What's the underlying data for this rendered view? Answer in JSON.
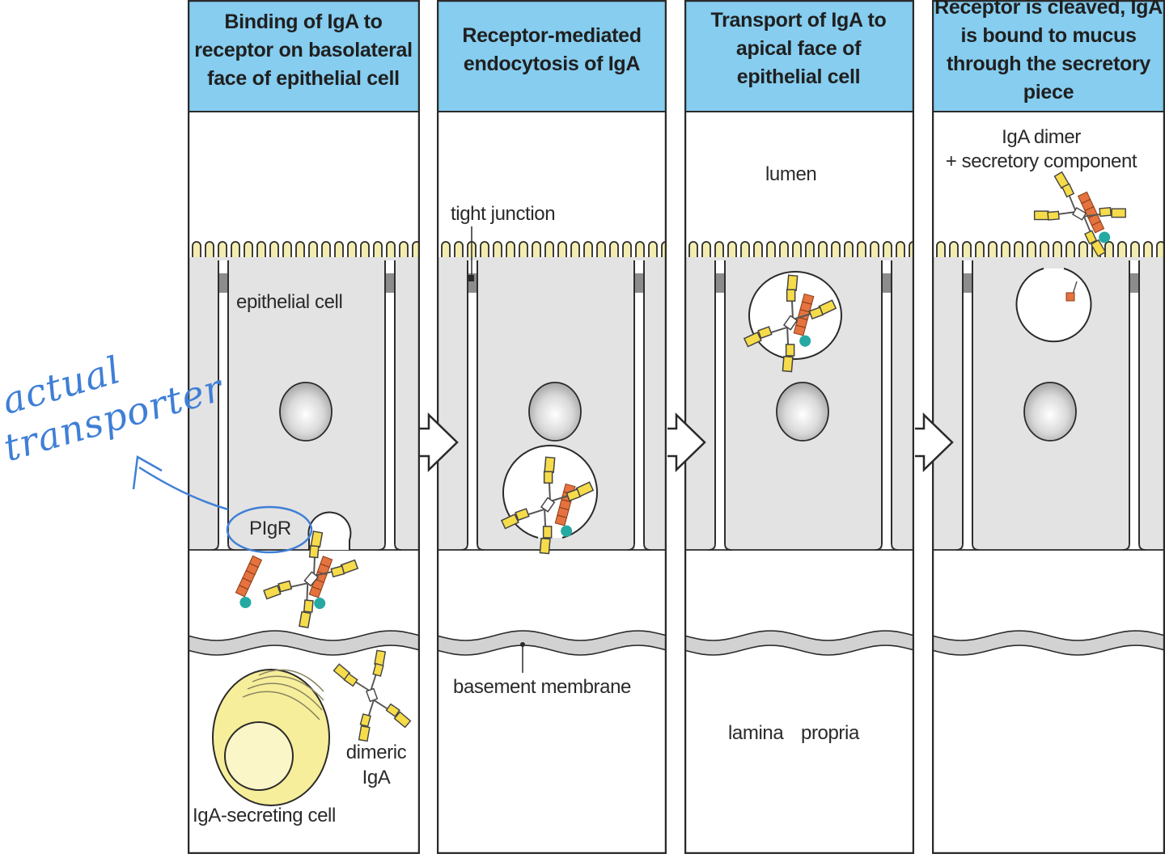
{
  "panels": [
    {
      "title": "Binding of IgA to receptor on basolateral face of epithelial cell"
    },
    {
      "title": "Receptor-mediated endocytosis of IgA"
    },
    {
      "title": "Transport of IgA to apical face of epithelial cell"
    },
    {
      "title": "Receptor is cleaved, IgA is bound to mucus through the secretory piece"
    }
  ],
  "labels": {
    "epithelial_cell": "epithelial cell",
    "pigr": "PIgR",
    "iga_secreting_cell": "IgA-secreting cell",
    "dimeric": "dimeric",
    "iga": "IgA",
    "tight_junction": "tight junction",
    "basement_membrane": "basement membrane",
    "lumen": "lumen",
    "lamina": "lamina",
    "propria": "propria",
    "iga_dimer": "IgA dimer",
    "secretory_component": "+ secretory component"
  },
  "annotation": {
    "line1": "actual",
    "line2": "transporter"
  },
  "colors": {
    "header_bg": "#86cdef",
    "cell_fill": "#e3e3e3",
    "microvilli": "#f3ecb0",
    "iga_yellow": "#f6dc4a",
    "receptor_orange": "#e4733f",
    "teal": "#26a9a3",
    "annotation_blue": "#3f7fd6"
  }
}
